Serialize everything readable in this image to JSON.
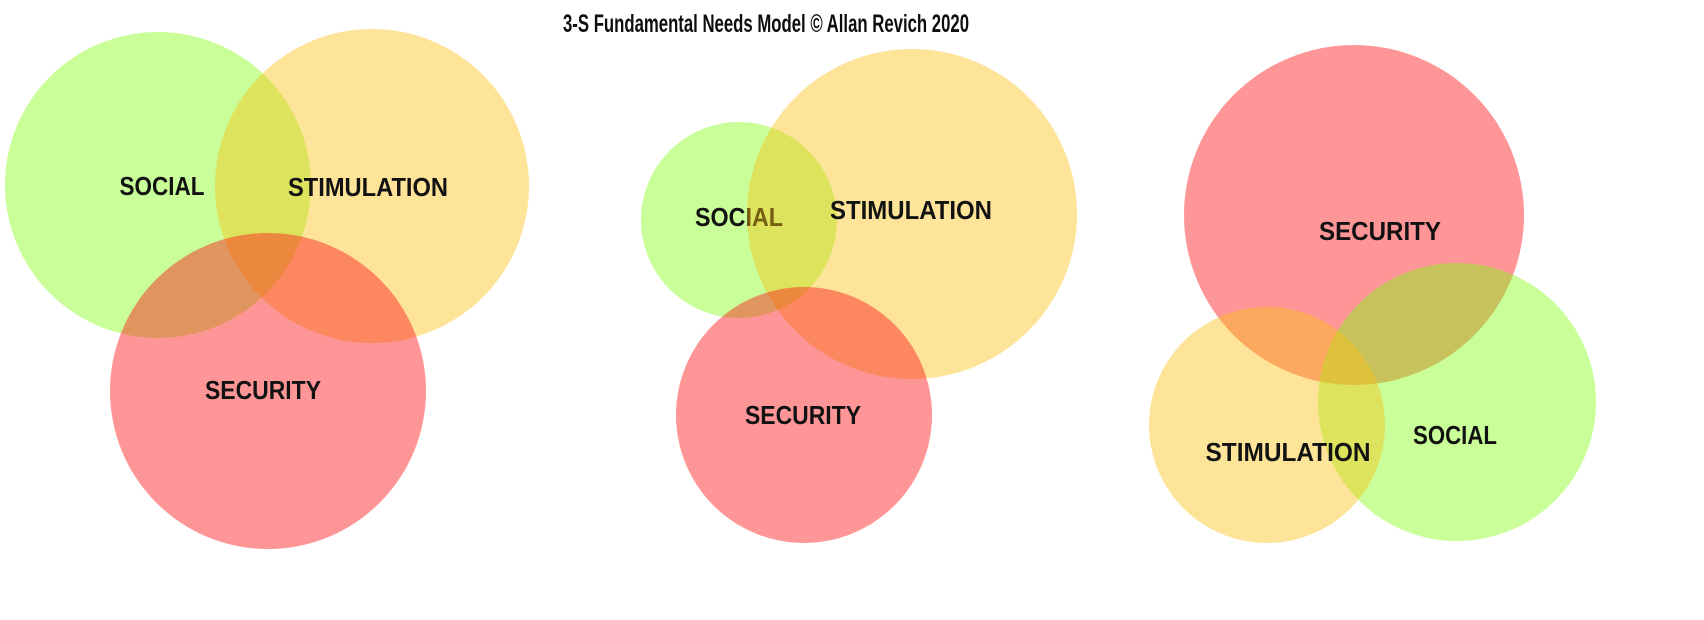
{
  "title": "3-S Fundamental Needs Model © Allan Revich 2020",
  "colors": {
    "green": "#82FD10",
    "yellow": "#FBC113",
    "red": "#FD1618",
    "label_text": "#121212",
    "background": "#FFFFFF"
  },
  "rendered_tints": {
    "social_green_on_white": "#C9FE98",
    "stimulation_yellow_on_white": "#FEE59A",
    "security_red_on_white": "#FE9697",
    "red_over_yellow_overlap": "#FE8B5C",
    "yellow_over_red_overlap": "#FDA95E",
    "green_over_red_overlap": "#CBC469",
    "yellow_over_green_overlap": "#DFE55F",
    "triple_overlap_left": "#EC8B34",
    "triple_overlap_right": "#DFC23D"
  },
  "diagrams": [
    {
      "position": "left",
      "circles": [
        {
          "label": "SOCIAL",
          "color": "green",
          "relative_size": "large"
        },
        {
          "label": "STIMULATION",
          "color": "yellow",
          "relative_size": "large"
        },
        {
          "label": "SECURITY",
          "color": "red",
          "relative_size": "large"
        }
      ]
    },
    {
      "position": "middle",
      "circles": [
        {
          "label": "SOCIAL",
          "color": "green",
          "relative_size": "small"
        },
        {
          "label": "STIMULATION",
          "color": "yellow",
          "relative_size": "largest"
        },
        {
          "label": "SECURITY",
          "color": "red",
          "relative_size": "medium"
        }
      ]
    },
    {
      "position": "right",
      "circles": [
        {
          "label": "SOCIAL",
          "color": "green",
          "relative_size": "medium"
        },
        {
          "label": "STIMULATION",
          "color": "yellow",
          "relative_size": "small"
        },
        {
          "label": "SECURITY",
          "color": "red",
          "relative_size": "largest"
        }
      ]
    }
  ]
}
